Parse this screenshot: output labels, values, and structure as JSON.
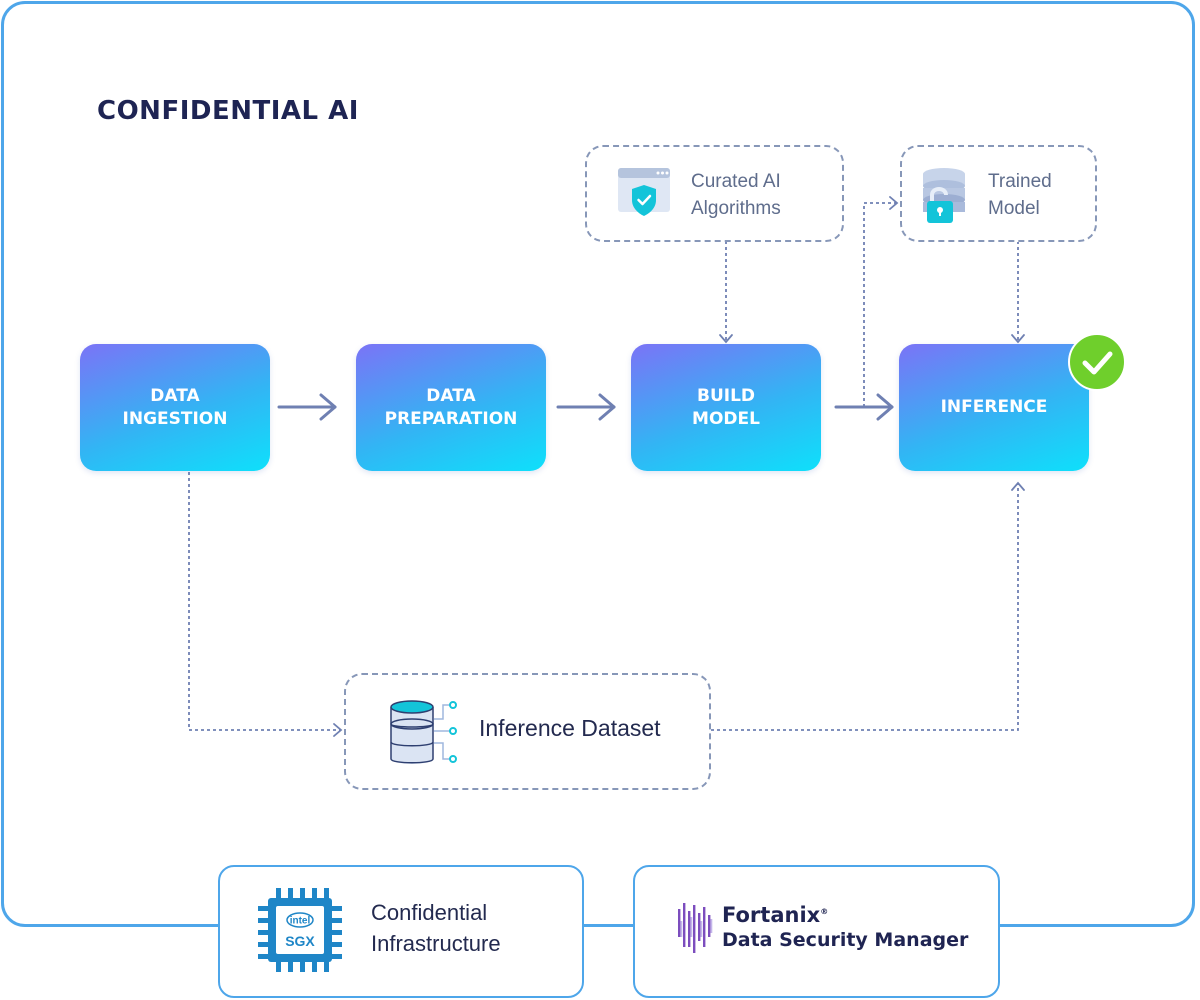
{
  "title": "CONFIDENTIAL AI",
  "steps": [
    {
      "line1": "DATA",
      "line2": "INGESTION"
    },
    {
      "line1": "DATA",
      "line2": "PREPARATION"
    },
    {
      "line1": "BUILD",
      "line2": "MODEL"
    },
    {
      "line1": "INFERENCE",
      "line2": ""
    }
  ],
  "inputs": {
    "curated": {
      "line1": "Curated AI",
      "line2": "Algorithms",
      "icon": "shield-browser-icon"
    },
    "trained": {
      "line1": "Trained",
      "line2": "Model",
      "icon": "database-lock-icon"
    },
    "dataset": {
      "label": "Inference Dataset",
      "icon": "database-icon"
    }
  },
  "footer": {
    "sgx": {
      "line1": "Confidential",
      "line2": "Infrastructure",
      "logo_inner": "intel",
      "logo_text": "SGX",
      "icon": "intel-sgx-chip-icon"
    },
    "fortanix": {
      "brand": "Fortanix",
      "product": "Data Security Manager",
      "icon": "fortanix-logo-icon"
    }
  },
  "status": {
    "icon": "checkmark-icon",
    "color": "#6fcf2c"
  },
  "colors": {
    "accent": "#4ea6ea",
    "title": "#1e2453",
    "gradient_start": "#7b73f6",
    "gradient_end": "#0ee0fb",
    "connector": "#6f80b2"
  }
}
